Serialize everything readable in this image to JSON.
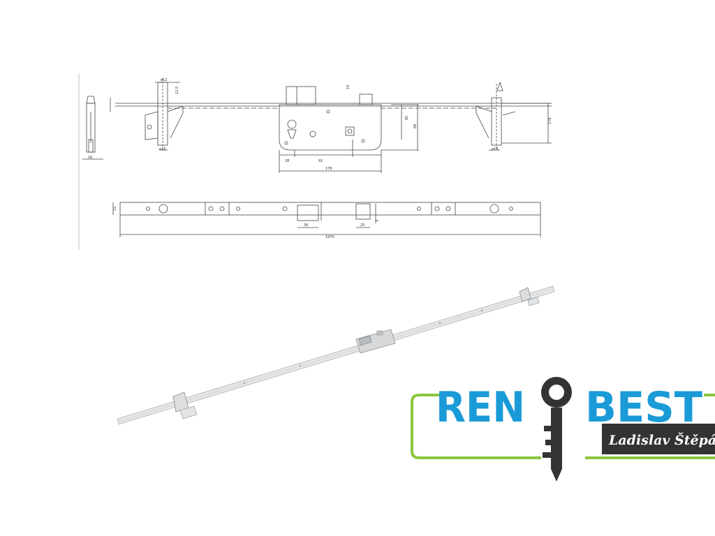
{
  "drawing": {
    "dimensions": {
      "bolt_diameter_left": "ø12",
      "bolt_offset": "12.5",
      "bolt_base_left": "ø18",
      "bolt_base_right": "ø18",
      "front_width": "16",
      "backset_left": "28",
      "distance": "92",
      "case_width": "178",
      "case_height": "85",
      "case_depth": "89",
      "side_height": "178",
      "small_offset": "10",
      "bar_height": "22",
      "latch_width": "36",
      "deadbolt_width": "25",
      "bar_offset": "3",
      "total_length": "1970"
    }
  },
  "logo": {
    "text_left": "REN",
    "text_right": "BEST",
    "signature": "Ladislav Štěpán",
    "color_blue": "#1a9bd7",
    "color_green": "#8dc63f",
    "color_dark": "#333333"
  },
  "icons": {
    "key": "key-icon"
  }
}
